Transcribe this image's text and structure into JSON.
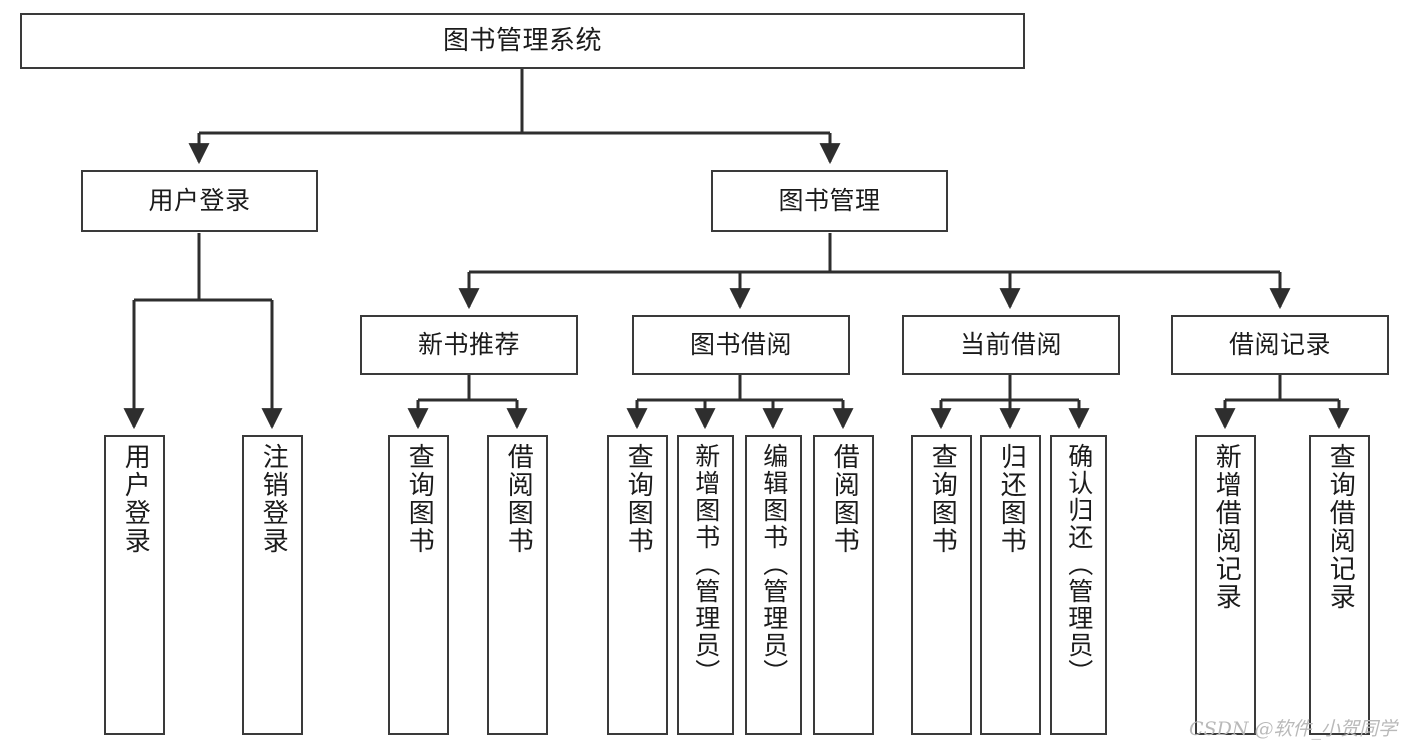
{
  "diagram": {
    "type": "tree",
    "title": "图书管理系统",
    "orientation": "top-down",
    "colors": {
      "background": "#ffffff",
      "node_border": "#3a3a3a",
      "node_fill": "#ffffff",
      "edge": "#2e2e2e",
      "text": "#1b1b1b",
      "watermark": "#b9b9b9"
    },
    "nodes": {
      "root": {
        "label": "图书管理系统"
      },
      "level2": [
        {
          "label": "用户登录"
        },
        {
          "label": "图书管理"
        }
      ],
      "level3": [
        {
          "label": "新书推荐"
        },
        {
          "label": "图书借阅"
        },
        {
          "label": "当前借阅"
        },
        {
          "label": "借阅记录"
        }
      ],
      "leaves_user_login": [
        {
          "label": "用户登录"
        },
        {
          "label": "注销登录"
        }
      ],
      "leaves_new_book": [
        {
          "label": "查询图书"
        },
        {
          "label": "借阅图书"
        }
      ],
      "leaves_borrow": [
        {
          "label": "查询图书"
        },
        {
          "label": "新增图书（管理员）"
        },
        {
          "label": "编辑图书（管理员）"
        },
        {
          "label": "借阅图书"
        }
      ],
      "leaves_current": [
        {
          "label": "查询图书"
        },
        {
          "label": "归还图书"
        },
        {
          "label": "确认归还（管理员）"
        }
      ],
      "leaves_records": [
        {
          "label": "新增借阅记录"
        },
        {
          "label": "查询借阅记录"
        }
      ]
    }
  },
  "watermark": {
    "text": "CSDN @软件_小贺同学"
  }
}
